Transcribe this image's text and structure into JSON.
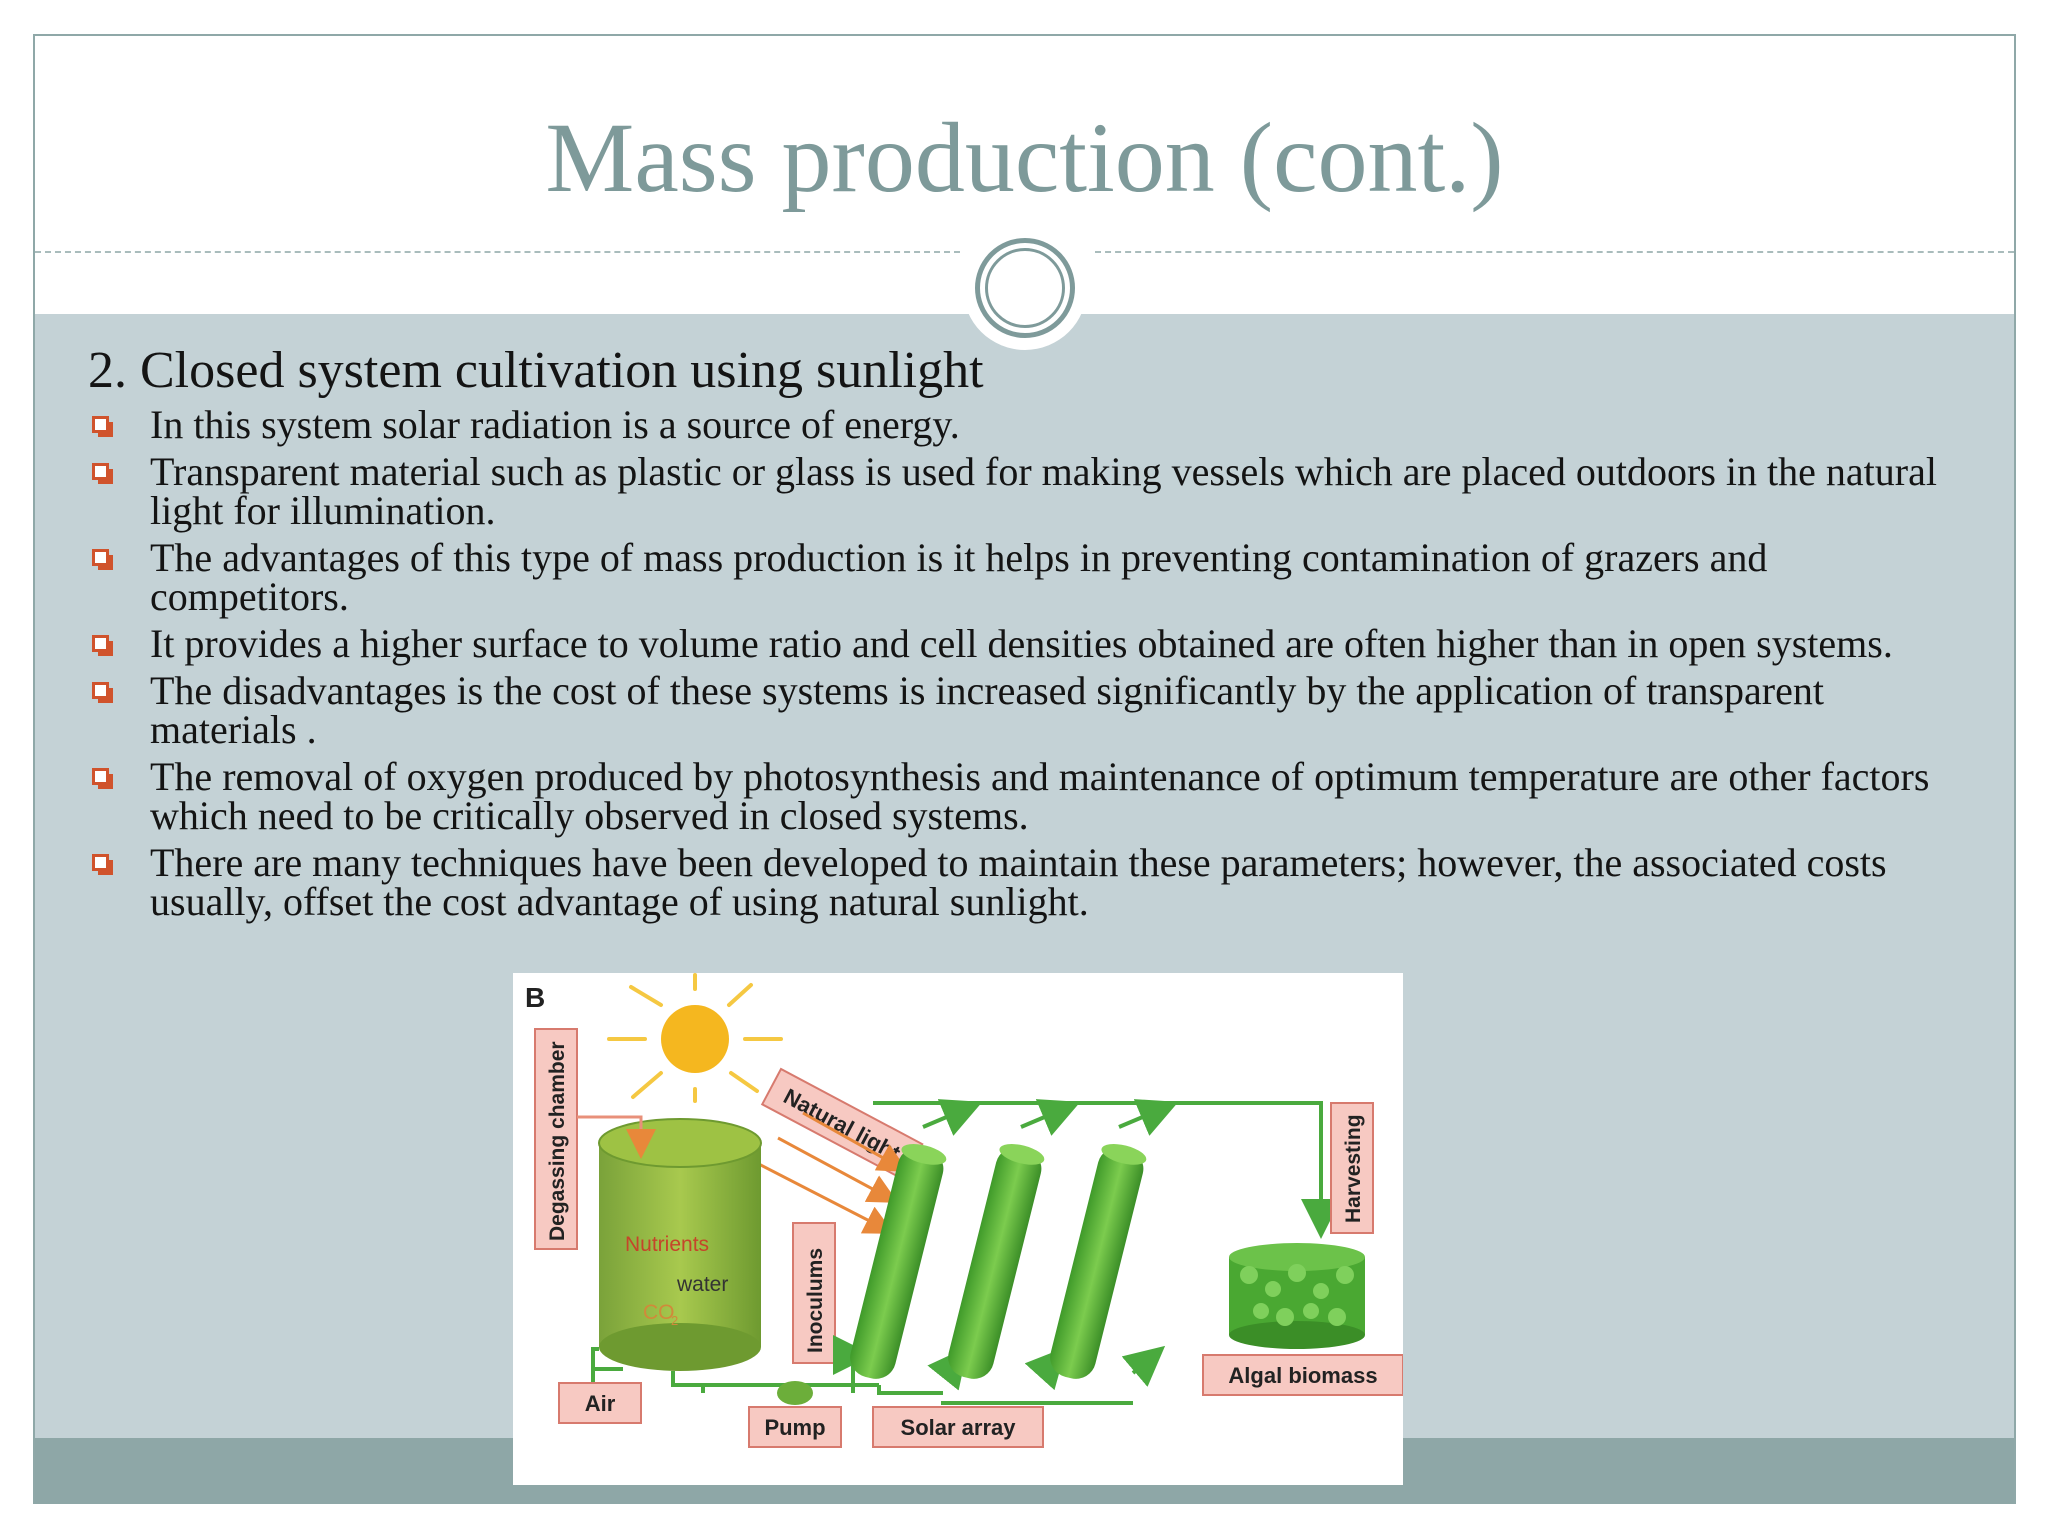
{
  "slide": {
    "title": "Mass production (cont.)",
    "heading": "2. Closed system cultivation using sunlight",
    "bullets": [
      "In this system solar radiation is a source of energy.",
      "Transparent material such as plastic or glass is used for making vessels which are placed outdoors in the natural light for illumination.",
      "The advantages of this type of mass production is it helps in preventing contamination of grazers and competitors.",
      "It provides a higher surface to volume ratio and cell densities obtained are often higher than in open systems.",
      "The disadvantages is the cost of these systems is increased significantly by the application of transparent materials .",
      "The removal of oxygen produced by photosynthesis and maintenance of optimum temperature are other factors which need to be critically observed in closed systems.",
      "There are many techniques have been developed to maintain these parameters; however, the associated costs usually, offset the cost advantage of using natural sunlight."
    ]
  },
  "figure": {
    "panel_letter": "B",
    "labels": {
      "degassing_chamber": "Degassing chamber",
      "natural_light": "Natural light",
      "harvesting": "Harvesting",
      "nutrients": "Nutrients",
      "water": "water",
      "co2": "CO",
      "co2_sub": "2",
      "inoculums": "Inoculums",
      "algal_biomass": "Algal  biomass",
      "air": "Air",
      "pump": "Pump",
      "solar_array": "Solar array"
    }
  },
  "colors": {
    "title": "#7e9a9a",
    "content_background": "#c4d2d6",
    "footer_bar": "#8ea7a7",
    "bullet": "#d0532c",
    "label_box_fill": "#f7c9c2",
    "label_box_stroke": "#d77a6e",
    "tube_green": "#5fb83b",
    "line_green": "#4aaa3e",
    "sun": "#f5b71f"
  }
}
